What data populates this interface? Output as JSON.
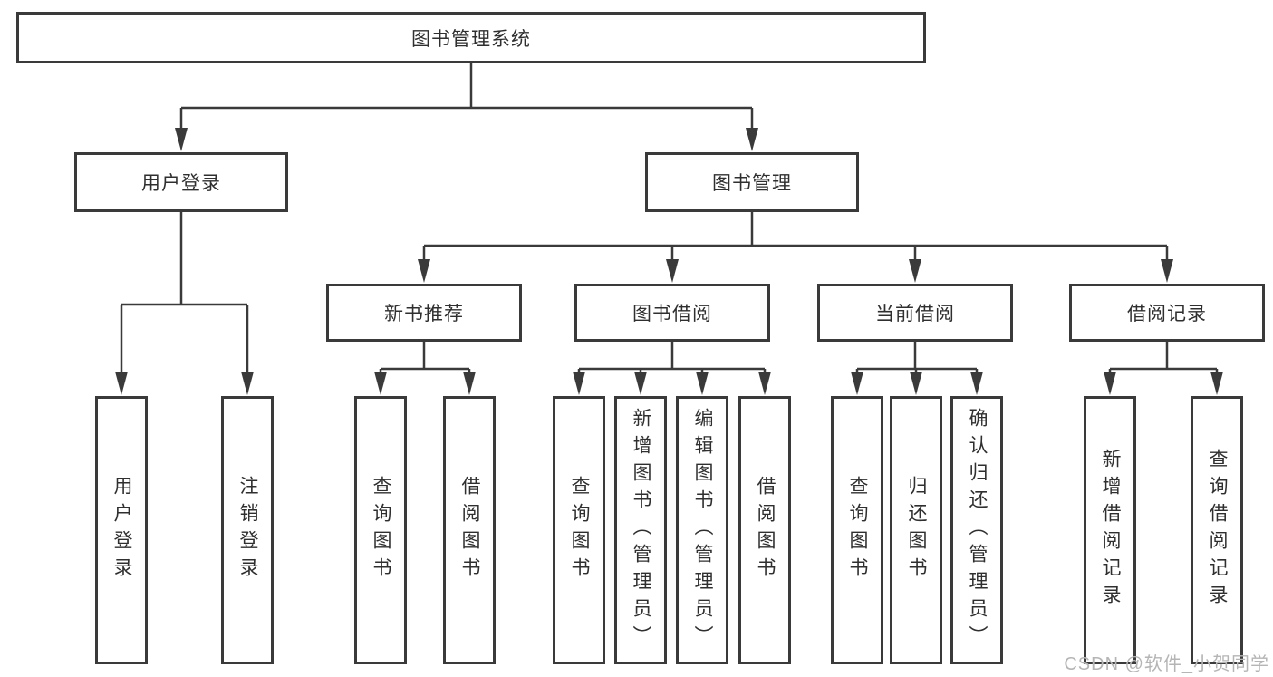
{
  "diagram": {
    "root": {
      "label": "图书管理系统"
    },
    "branches": [
      {
        "label": "用户登录",
        "children": [
          {
            "label": "用户登录"
          },
          {
            "label": "注销登录"
          }
        ]
      },
      {
        "label": "图书管理",
        "children": [
          {
            "label": "新书推荐",
            "children": [
              {
                "label": "查询图书"
              },
              {
                "label": "借阅图书"
              }
            ]
          },
          {
            "label": "图书借阅",
            "children": [
              {
                "label": "查询图书"
              },
              {
                "label": "新增图书（管理员）"
              },
              {
                "label": "编辑图书（管理员）"
              },
              {
                "label": "借阅图书"
              }
            ]
          },
          {
            "label": "当前借阅",
            "children": [
              {
                "label": "查询图书"
              },
              {
                "label": "归还图书"
              },
              {
                "label": "确认归还（管理员）"
              }
            ]
          },
          {
            "label": "借阅记录",
            "children": [
              {
                "label": "新增借阅记录"
              },
              {
                "label": "查询借阅记录"
              }
            ]
          }
        ]
      }
    ],
    "watermark": "CSDN @软件_小贺同学",
    "colors": {
      "line": "#3a3a3a",
      "box_border": "#3a3a3a",
      "text": "#2f2f2f",
      "watermark": "#b5b5b5",
      "background": "#ffffff"
    }
  }
}
